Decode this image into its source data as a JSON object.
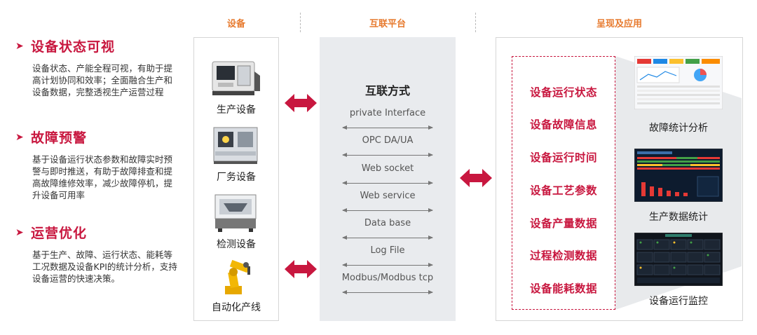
{
  "features": [
    {
      "title": "设备状态可视",
      "desc": "设备状态、产能全程可视，有助于提高计划协同和效率；全面融合生产和设备数据，完整透视生产运营过程"
    },
    {
      "title": "故障预警",
      "desc": "基于设备运行状态参数和故障实时预警与即时推送，有助于故障排查和提高故障维修效率，减少故障停机，提升设备可用率"
    },
    {
      "title": "运营优化",
      "desc": "基于生产、故障、运行状态、能耗等工况数据及设备KPI的统计分析，支持设备运营的快速决策。"
    }
  ],
  "headers": {
    "devices": "设备",
    "platform": "互联平台",
    "apps": "呈现及应用"
  },
  "devices": [
    "生产设备",
    "厂务设备",
    "检测设备",
    "自动化产线"
  ],
  "platform": {
    "title": "互联方式",
    "protocols": [
      "private Interface",
      "OPC DA/UA",
      "Web socket",
      "Web service",
      "Data base",
      "Log File",
      "Modbus/Modbus tcp"
    ]
  },
  "outputs": [
    "设备运行状态",
    "设备故障信息",
    "设备运行时间",
    "设备工艺参数",
    "设备产量数据",
    "过程检测数据",
    "设备能耗数据"
  ],
  "screens": [
    "故障统计分析",
    "生产数据统计",
    "设备运行监控"
  ],
  "colors": {
    "accent": "#c8173f",
    "header": "#e77a2e",
    "platform_bg": "#e9ebee"
  }
}
